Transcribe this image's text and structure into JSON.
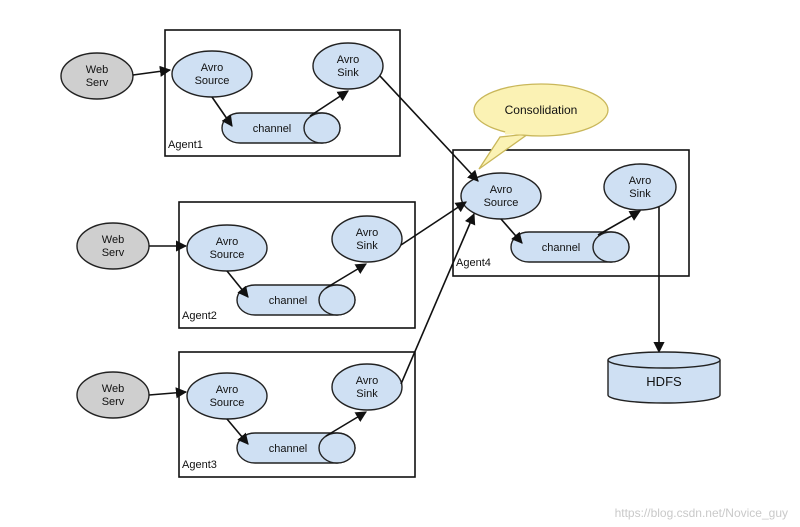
{
  "agents": [
    {
      "label": "Agent1",
      "source": [
        "Avro",
        "Source"
      ],
      "sink": [
        "Avro",
        "Sink"
      ],
      "channel": "channel",
      "web": [
        "Web",
        "Serv"
      ]
    },
    {
      "label": "Agent2",
      "source": [
        "Avro",
        "Source"
      ],
      "sink": [
        "Avro",
        "Sink"
      ],
      "channel": "channel",
      "web": [
        "Web",
        "Serv"
      ]
    },
    {
      "label": "Agent3",
      "source": [
        "Avro",
        "Source"
      ],
      "sink": [
        "Avro",
        "Sink"
      ],
      "channel": "channel",
      "web": [
        "Web",
        "Serv"
      ]
    },
    {
      "label": "Agent4",
      "source": [
        "Avro",
        "Source"
      ],
      "sink": [
        "Avro",
        "Sink"
      ],
      "channel": "channel"
    }
  ],
  "callout": "Consolidation",
  "storage": "HDFS",
  "watermark": "https://blog.csdn.net/Novice_guy",
  "colors": {
    "web_node": "#cfcfcf",
    "avro_node": "#cfe0f3",
    "callout": "#fbf2b4"
  }
}
